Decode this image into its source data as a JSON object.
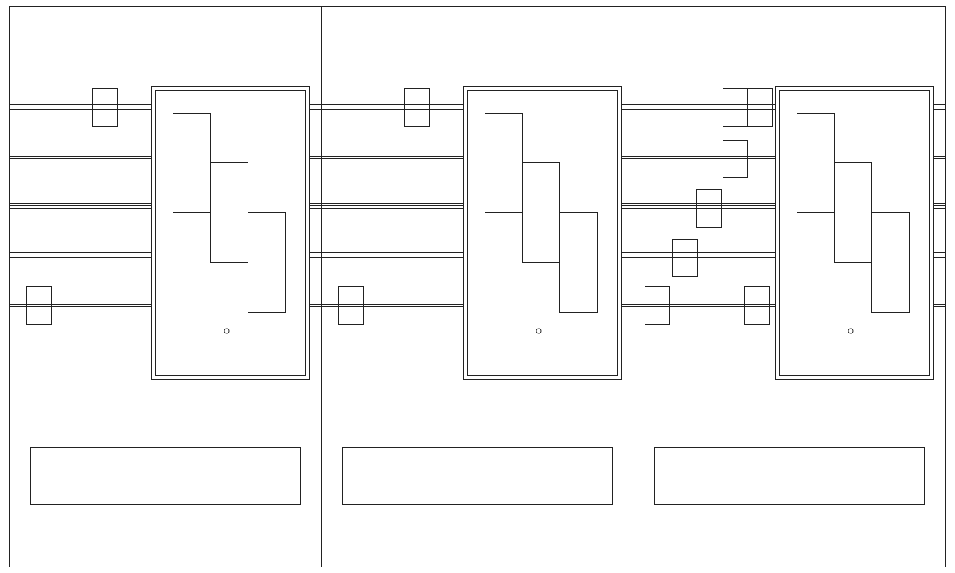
{
  "drawing": {
    "kind": "technical-line-drawing",
    "line_color": "#222222",
    "background_color": "#ffffff",
    "panels": [
      {
        "id": "left",
        "door_lock_symbol": "circle",
        "rail_count": 5,
        "clip_count": 2
      },
      {
        "id": "middle",
        "door_lock_symbol": "circle",
        "rail_count": 5,
        "clip_count": 2
      },
      {
        "id": "right",
        "door_lock_symbol": "circle",
        "rail_count": 5,
        "clip_count": 7
      }
    ]
  }
}
